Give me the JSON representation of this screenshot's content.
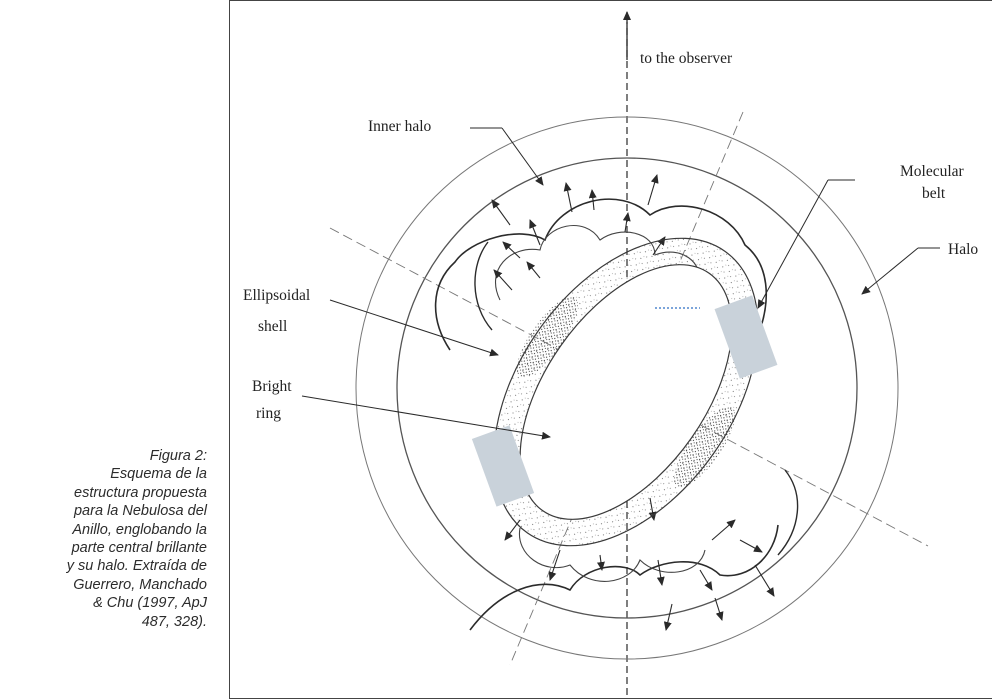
{
  "caption": {
    "lines": [
      "Figura 2:",
      "Esquema de la",
      "estructura propuesta",
      "para la Nebulosa del",
      "Anillo, englobando la",
      "parte central brillante",
      "y su halo. Extraída de",
      "Guerrero, Manchado",
      "& Chu (1997, ApJ",
      "487, 328)."
    ]
  },
  "diagram": {
    "labels": {
      "observer": "to the observer",
      "inner_halo": "Inner halo",
      "molecular_line1": "Molecular",
      "molecular_line2": "belt",
      "halo": "Halo",
      "ellipsoidal_line1": "Ellipsoidal",
      "ellipsoidal_line2": "shell",
      "bright_line1": "Bright",
      "bright_line2": "ring"
    },
    "colors": {
      "line": "#3a3a3a",
      "belt": "#c9d2da",
      "accent": "#2f6fc4"
    }
  }
}
